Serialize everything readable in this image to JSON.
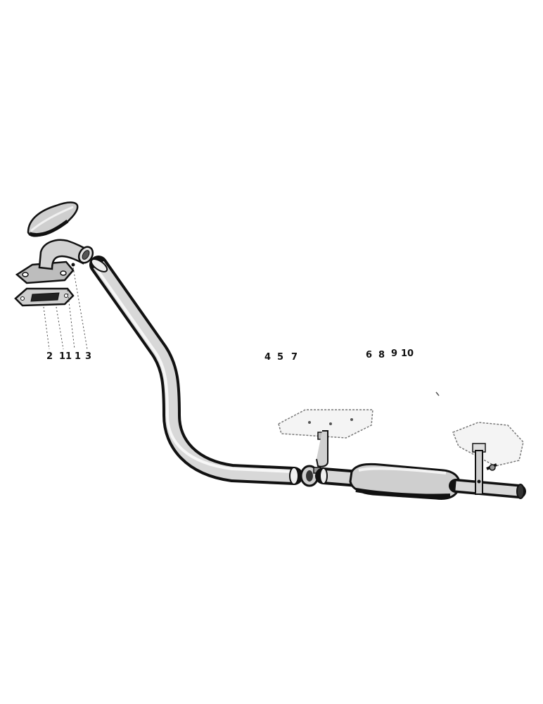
{
  "colors": {
    "ink": "#1a1a1a",
    "pipe_fill": "#d8d8d8",
    "pipe_shadow": "#111111",
    "bracket_dotted": "#777777",
    "background": "#ffffff"
  },
  "callouts": {
    "manifold_group": [
      "2",
      "11",
      "1",
      "3"
    ],
    "clamp_group": [
      "4",
      "5",
      "7"
    ],
    "muffler_group": [
      "6",
      "8",
      "9",
      "10"
    ]
  },
  "parts": [
    "exhaust-cap",
    "exhaust-elbow",
    "flange-gasket",
    "exhaust-pipe",
    "pipe-clamp",
    "front-hanger-bracket",
    "muffler",
    "rear-hanger-bracket",
    "tail-pipe"
  ]
}
